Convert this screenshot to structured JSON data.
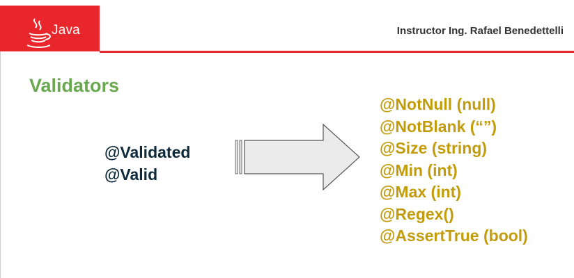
{
  "header": {
    "logo_text": "Java",
    "instructor": "Instructor Ing. Rafael Benedettelli",
    "accent_color": "#e8262c"
  },
  "slide": {
    "title": "Validators",
    "title_color": "#6aa84f",
    "annotations": [
      "@Validated",
      "@Valid"
    ],
    "validators": [
      "@NotNull (null)",
      "@NotBlank (“”)",
      "@Size (string)",
      "@Min (int)",
      "@Max (int)",
      "@Regex()",
      "@AssertTrue (bool)"
    ],
    "validators_color": "#c39c0b",
    "arrow_icon": "right-arrow-icon"
  }
}
